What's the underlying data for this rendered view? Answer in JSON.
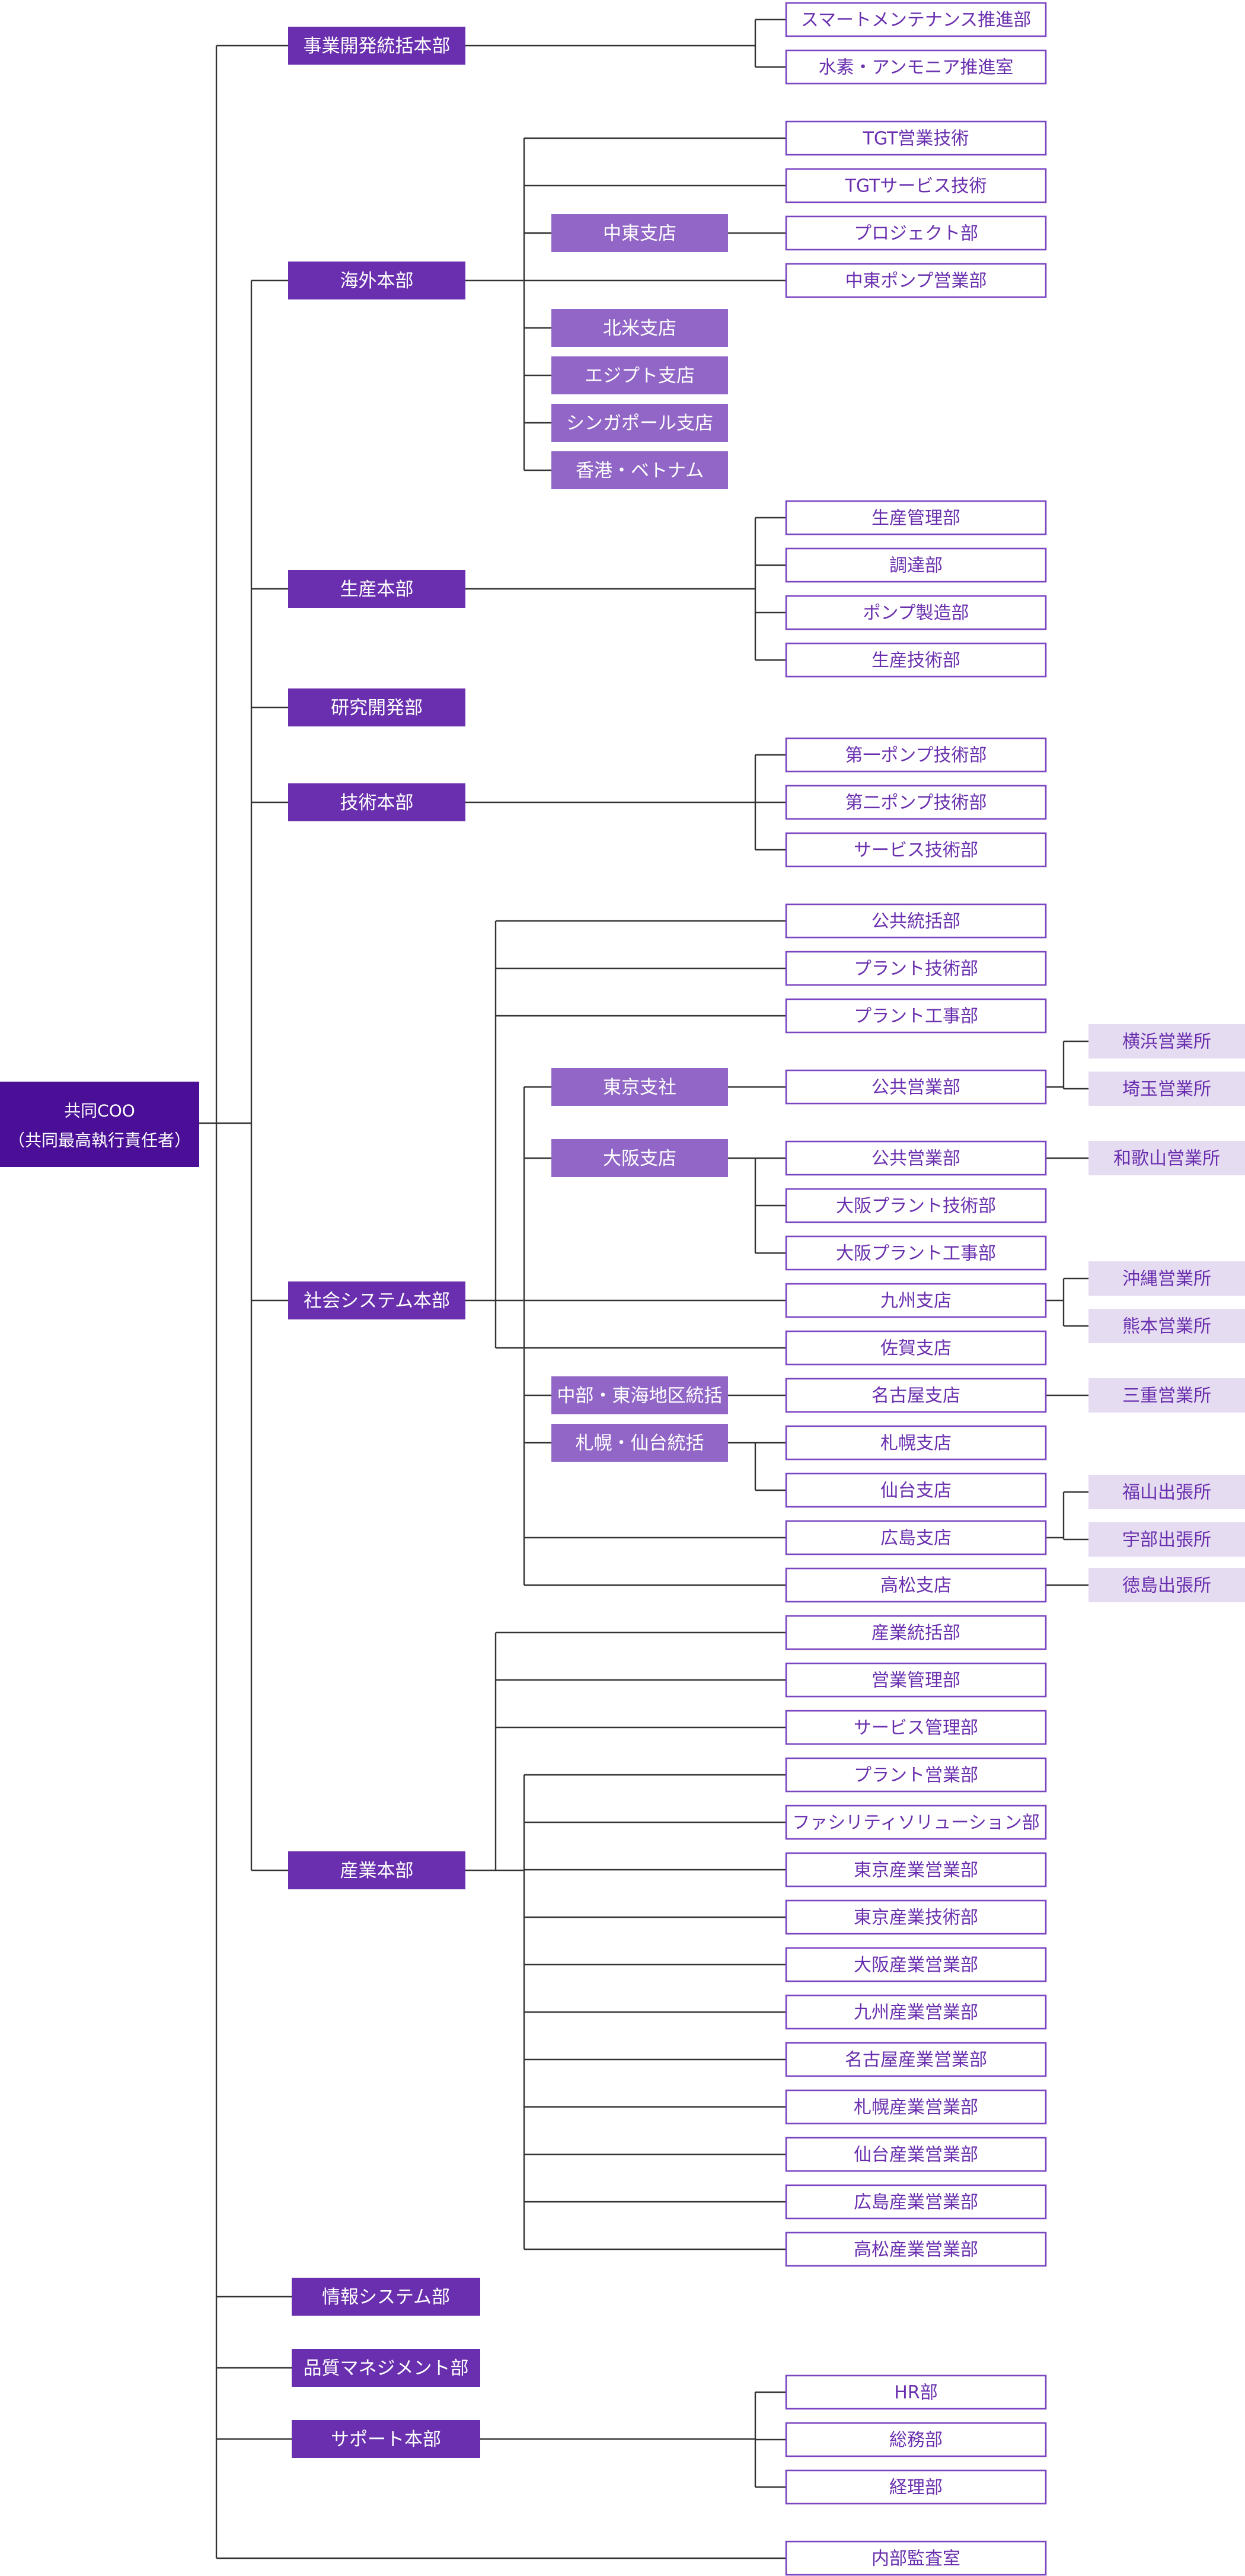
{
  "colors": {
    "root": "#4a0f96",
    "division": "#6a2fae",
    "branch": "#9166c6",
    "dept_border": "#7a45c0",
    "dept_text": "#6a2fae",
    "office_fill": "#e6dcf2",
    "office_text": "#6a2fae",
    "line": "#333333"
  },
  "root": {
    "line1": "共同COO",
    "line2": "（共同最高執行責任者）"
  },
  "divisions": [
    {
      "label": "事業開発統括本部",
      "children": [
        "スマートメンテナンス推進部",
        "水素・アンモニア推進室"
      ]
    },
    {
      "label": "海外本部",
      "depts": [
        "TGT営業技術",
        "TGTサービス技術",
        "プロジェクト部",
        "中東ポンプ営業部"
      ],
      "branches": [
        "中東支店",
        "北米支店",
        "エジプト支店",
        "シンガポール支店",
        "香港・ベトナム"
      ]
    },
    {
      "label": "生産本部",
      "children": [
        "生産管理部",
        "調達部",
        "ポンプ製造部",
        "生産技術部"
      ]
    },
    {
      "label": "研究開発部"
    },
    {
      "label": "技術本部",
      "children": [
        "第一ポンプ技術部",
        "第二ポンプ技術部",
        "サービス技術部"
      ]
    },
    {
      "label": "社会システム本部",
      "depts": [
        "公共統括部",
        "プラント技術部",
        "プラント工事部"
      ],
      "branches": [
        {
          "label": "東京支社",
          "depts": [
            {
              "label": "公共営業部",
              "offices": [
                "横浜営業所",
                "埼玉営業所"
              ]
            }
          ]
        },
        {
          "label": "大阪支店",
          "depts": [
            {
              "label": "公共営業部",
              "offices": [
                "和歌山営業所"
              ]
            },
            {
              "label": "大阪プラント技術部"
            },
            {
              "label": "大阪プラント工事部"
            }
          ]
        },
        {
          "label": "九州支店",
          "offices": [
            "沖縄営業所",
            "熊本営業所"
          ]
        },
        {
          "label": "佐賀支店"
        },
        {
          "label": "中部・東海地区統括",
          "depts": [
            {
              "label": "名古屋支店",
              "offices": [
                "三重営業所"
              ]
            }
          ]
        },
        {
          "label": "札幌・仙台統括",
          "depts": [
            {
              "label": "札幌支店"
            },
            {
              "label": "仙台支店"
            }
          ]
        },
        {
          "label": "広島支店",
          "offices": [
            "福山出張所",
            "宇部出張所"
          ]
        },
        {
          "label": "高松支店",
          "offices": [
            "徳島出張所"
          ]
        }
      ]
    },
    {
      "label": "産業本部",
      "children": [
        "産業統括部",
        "営業管理部",
        "サービス管理部",
        "プラント営業部",
        "ファシリティソリューション部",
        "東京産業営業部",
        "東京産業技術部",
        "大阪産業営業部",
        "九州産業営業部",
        "名古屋産業営業部",
        "札幌産業営業部",
        "仙台産業営業部",
        "広島産業営業部",
        "高松産業営業部"
      ]
    },
    {
      "label": "情報システム部"
    },
    {
      "label": "品質マネジメント部"
    },
    {
      "label": "サポート本部",
      "children": [
        "HR部",
        "総務部",
        "経理部"
      ]
    },
    {
      "label": "内部監査室"
    }
  ]
}
